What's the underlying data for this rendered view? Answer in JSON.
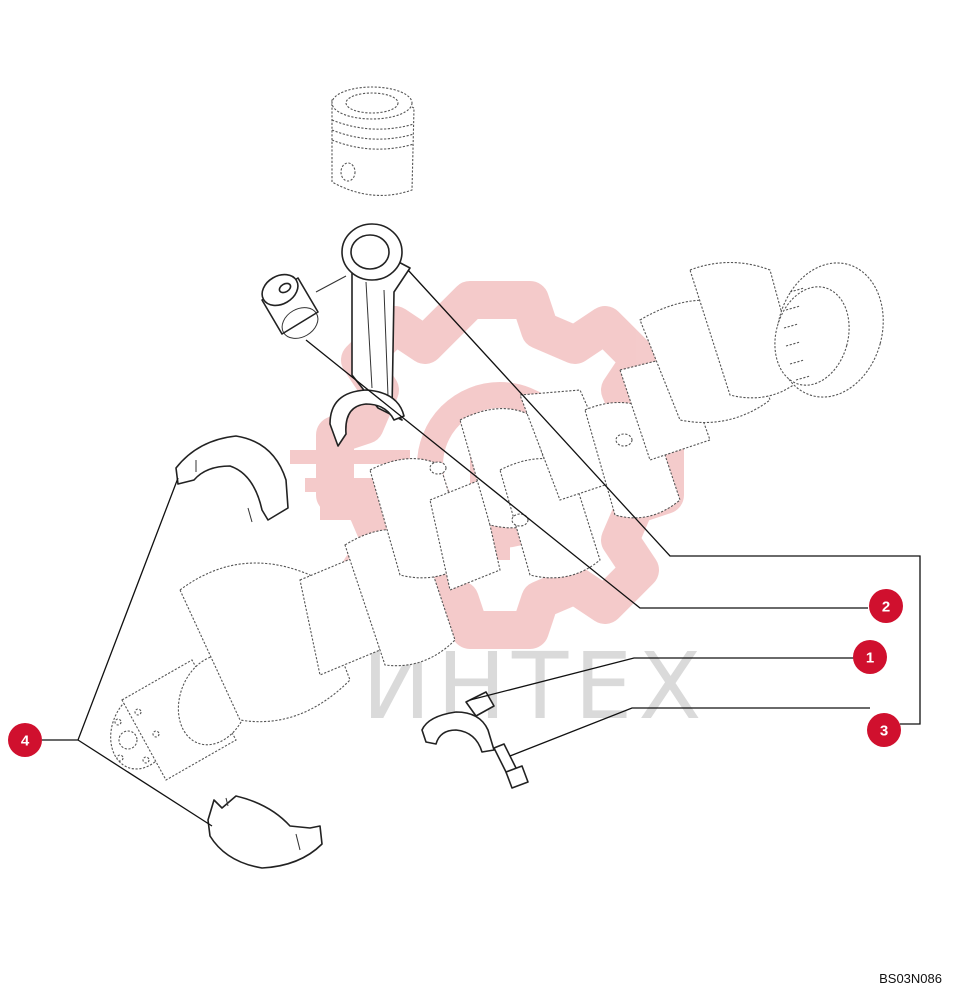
{
  "diagram": {
    "drawing_code": "BS03N086",
    "watermark_text": "ИНТЕХ",
    "callouts": [
      {
        "id": "1",
        "label": "1"
      },
      {
        "id": "2",
        "label": "2"
      },
      {
        "id": "3",
        "label": "3"
      },
      {
        "id": "4",
        "label": "4"
      }
    ]
  },
  "colors": {
    "callout_fill": "#d0102e",
    "watermark": "#f3c5c5",
    "watermark_text": "#d6d6d6",
    "line": "#222222"
  },
  "icons": {
    "watermark_logo": "gear-wheel-logo-icon"
  }
}
